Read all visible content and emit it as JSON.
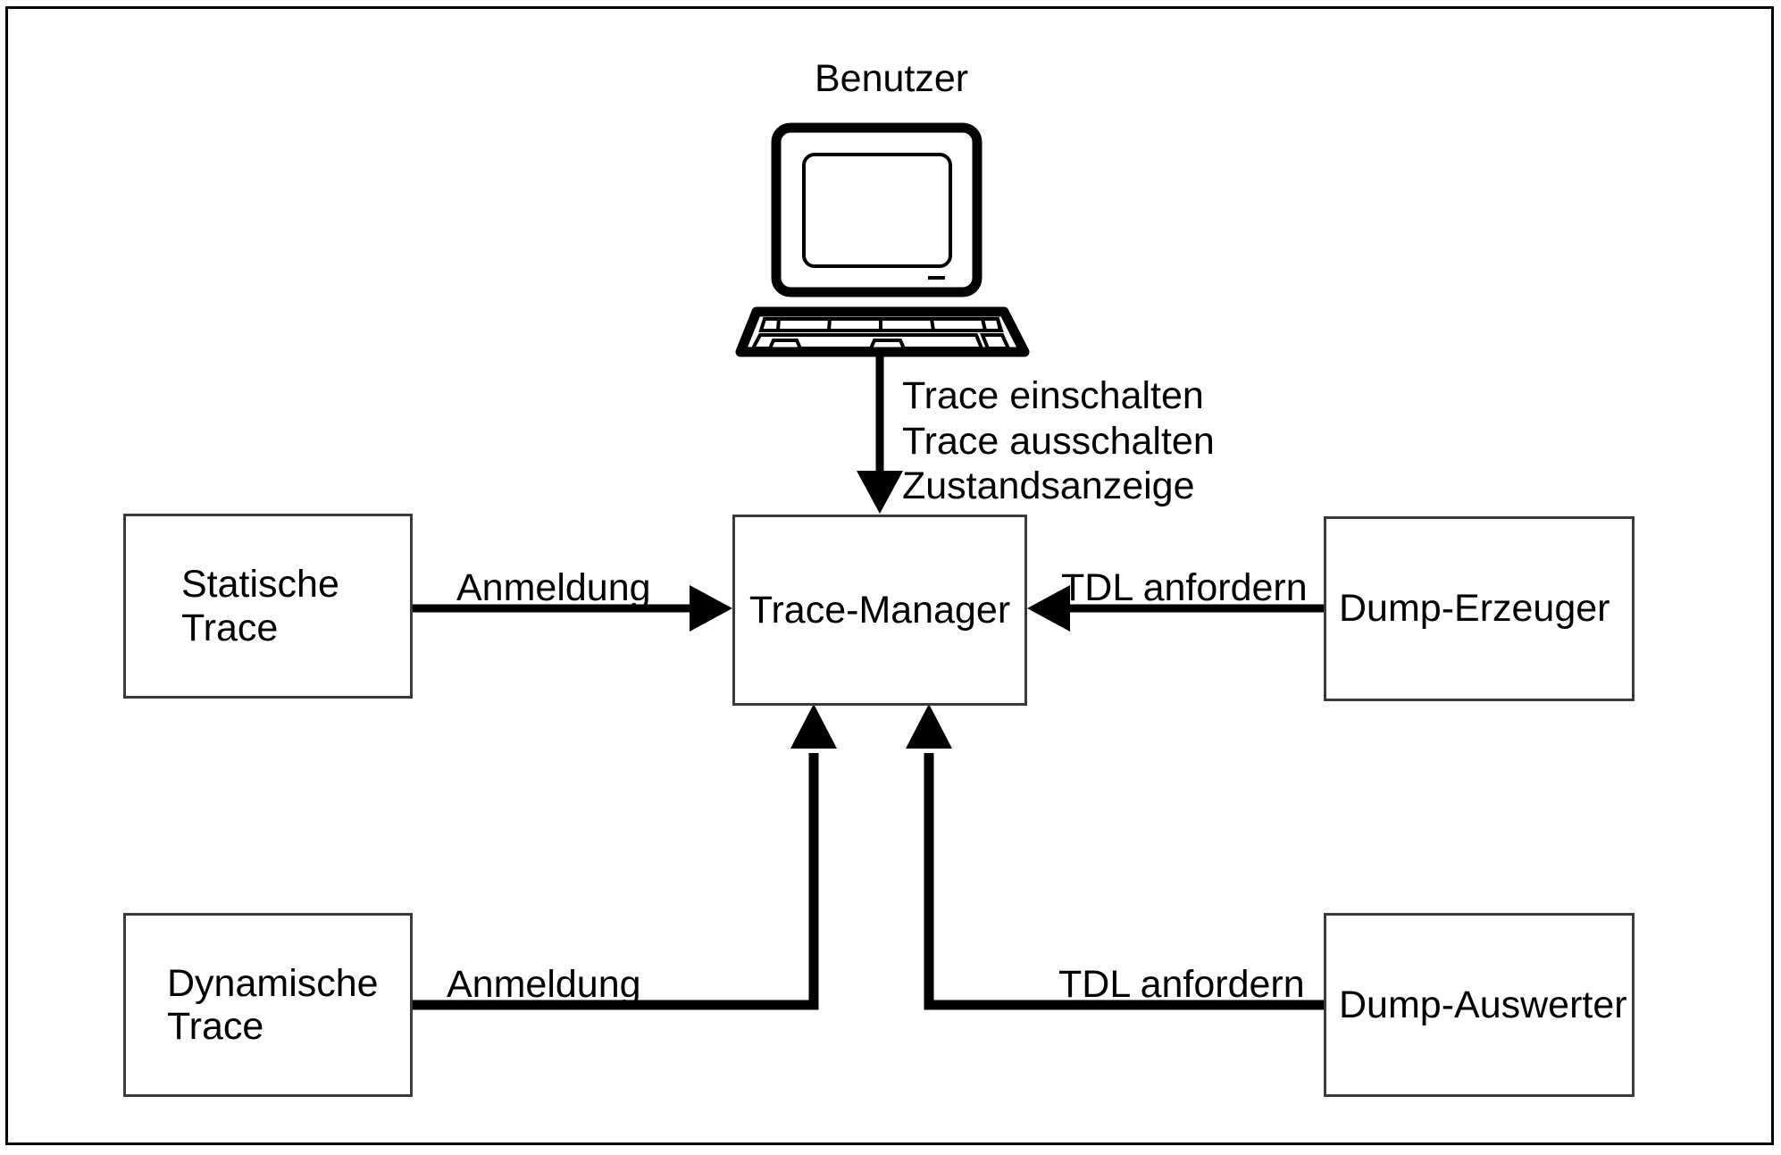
{
  "diagram": {
    "title_label": "Benutzer",
    "frame": {
      "border_color": "#000000"
    },
    "actor": {
      "name": "Benutzer",
      "icon": "desktop-computer-icon"
    },
    "commands": {
      "text": "Trace einschalten\nTrace ausschalten\nZustandsanzeige",
      "lines": [
        "Trace einschalten",
        "Trace ausschalten",
        "Zustandsanzeige"
      ]
    },
    "nodes": [
      {
        "id": "statische-trace",
        "label": "Statische\nTrace"
      },
      {
        "id": "trace-manager",
        "label": "Trace-Manager"
      },
      {
        "id": "dump-erzeuger",
        "label": "Dump-Erzeuger"
      },
      {
        "id": "dynamische-trace",
        "label": "Dynamische\nTrace"
      },
      {
        "id": "dump-auswerter",
        "label": "Dump-Auswerter"
      }
    ],
    "edges": [
      {
        "id": "user-to-manager",
        "label": "Trace einschalten / Trace ausschalten / Zustandsanzeige",
        "from": "Benutzer",
        "to": "Trace-Manager",
        "direction": "down"
      },
      {
        "id": "statische-to-manager",
        "label": "Anmeldung",
        "from": "Statische Trace",
        "to": "Trace-Manager",
        "direction": "right"
      },
      {
        "id": "dumperzeuger-to-manager",
        "label": "TDL anfordern",
        "from": "Dump-Erzeuger",
        "to": "Trace-Manager",
        "direction": "left"
      },
      {
        "id": "dynamische-to-manager",
        "label": "Anmeldung",
        "from": "Dynamische Trace",
        "to": "Trace-Manager",
        "direction": "up"
      },
      {
        "id": "dumpauswerter-to-manager",
        "label": "TDL anfordern",
        "from": "Dump-Auswerter",
        "to": "Trace-Manager",
        "direction": "up"
      }
    ],
    "edge_labels": {
      "anmeldung_top": "Anmeldung",
      "tdl_top": "TDL anfordern",
      "anmeldung_bottom": "Anmeldung",
      "tdl_bottom": "TDL anfordern"
    },
    "colors": {
      "line": "#000000",
      "box_border": "#3a3a3a",
      "background": "#ffffff",
      "text": "#000000"
    }
  }
}
